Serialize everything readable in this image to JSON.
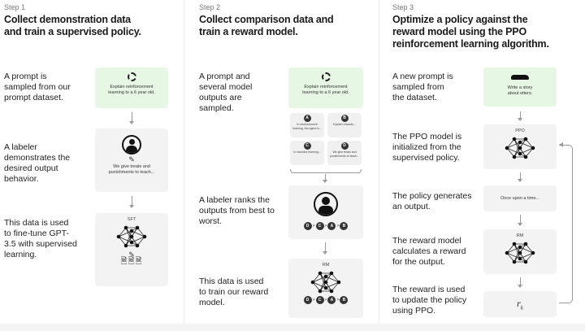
{
  "steps": [
    {
      "label": "Step 1",
      "title_l1": "Collect demonstration data",
      "title_l2": "and train a supervised policy.",
      "descs": [
        "A prompt is sampled from our prompt dataset.",
        "A labeler demonstrates the desired output behavior.",
        "This data is used to fine-tune GPT-3.5 with supervised learning."
      ],
      "prompt": "Explain reinforcement learning to a 6 year old.",
      "demo": "We give treats and punishments to teach...",
      "model": "SFT"
    },
    {
      "label": "Step 2",
      "title_l1": "Collect comparison data and",
      "title_l2": "train a reward model.",
      "descs": [
        "A prompt and several model outputs are sampled.",
        "A labeler ranks the outputs from best to worst.",
        "This data is used to train our reward model."
      ],
      "prompt": "Explain reinforcement learning to a 6 year old.",
      "options": [
        {
          "letter": "A",
          "text": "In reinforcement learning, the agent is..."
        },
        {
          "letter": "B",
          "text": "Explain rewards..."
        },
        {
          "letter": "C",
          "text": "In machine learning..."
        },
        {
          "letter": "D",
          "text": "We give treats and punishments to teach..."
        }
      ],
      "ranking": [
        "D",
        "C",
        "A",
        "B"
      ],
      "separator": ">",
      "model": "RM"
    },
    {
      "label": "Step 3",
      "title_l1": "Optimize a policy against the",
      "title_l2": "reward model using the PPO",
      "title_l3": "reinforcement learning algorithm.",
      "descs": [
        "A new prompt is sampled from the dataset.",
        "The PPO model is initialized from the supervised policy.",
        "The policy generates an output.",
        "The reward model calculates a reward for the output.",
        "The reward is used to update the policy using PPO."
      ],
      "prompt": "Write a story about otters.",
      "policy_model": "PPO",
      "output": "Once upon a time...",
      "reward_model": "RM",
      "reward": "r",
      "reward_sub": "k"
    }
  ],
  "colors": {
    "prompt_bg": "#e6f7e4",
    "box_bg": "#f3f3f3",
    "text": "#1a1a1a"
  }
}
